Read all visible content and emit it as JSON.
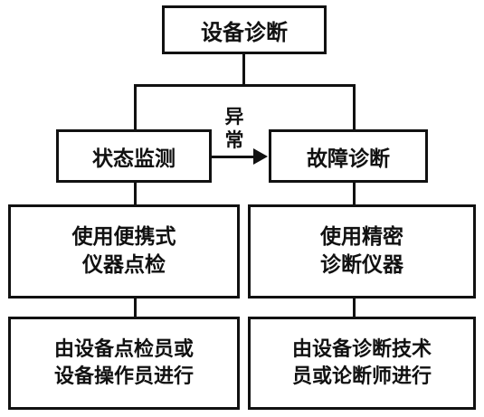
{
  "root": {
    "label": "设备诊断"
  },
  "left": {
    "title": "状态监测",
    "method": "使用便携式\n仪器点检",
    "performer": "由设备点检员或\n设备操作员进行"
  },
  "right": {
    "title": "故障诊断",
    "method": "使用精密\n诊断仪器",
    "performer": "由设备诊断技术\n员或论断师进行"
  },
  "arrow_label": {
    "top": "异",
    "bottom": "常"
  }
}
